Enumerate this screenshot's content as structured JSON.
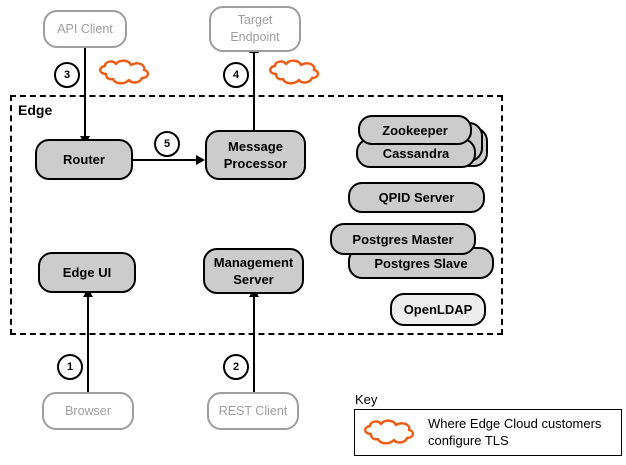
{
  "diagram": {
    "title_zone": "Edge",
    "colors": {
      "node_fill": "#cccccc",
      "node_light_fill": "#ededed",
      "node_stroke": "#000000",
      "ghost_stroke": "#9e9e9e",
      "ghost_text": "#9e9e9e",
      "tls_cloud": "#ef5a13",
      "background": "#ffffff"
    },
    "external_nodes": [
      {
        "id": "api-client",
        "label": "API Client"
      },
      {
        "id": "target-endpoint",
        "label": "Target\nEndpoint"
      },
      {
        "id": "browser",
        "label": "Browser"
      },
      {
        "id": "rest-client",
        "label": "REST Client"
      }
    ],
    "external_labels": {
      "api_client": "API Client",
      "target_endpoint_line1": "Target",
      "target_endpoint_line2": "Endpoint",
      "browser": "Browser",
      "rest_client": "REST Client"
    },
    "edge_nodes": {
      "router": "Router",
      "message_processor_line1": "Message",
      "message_processor_line2": "Processor",
      "edge_ui": "Edge UI",
      "management_server_line1": "Management",
      "management_server_line2": "Server",
      "zookeeper": "Zookeeper",
      "cassandra": "Cassandra",
      "qpid_server": "QPID Server",
      "postgres_master": "Postgres Master",
      "postgres_slave": "Postgres Slave",
      "openldap": "OpenLDAP"
    },
    "step_badges": [
      {
        "id": "step-1",
        "number": "1"
      },
      {
        "id": "step-2",
        "number": "2"
      },
      {
        "id": "step-3",
        "number": "3"
      },
      {
        "id": "step-4",
        "number": "4"
      },
      {
        "id": "step-5",
        "number": "5"
      }
    ],
    "badges": {
      "one": "1",
      "two": "2",
      "three": "3",
      "four": "4",
      "five": "5"
    },
    "key": {
      "title": "Key",
      "entry_text": "Where Edge Cloud customers configure TLS",
      "icon": "tls-cloud-icon"
    }
  }
}
